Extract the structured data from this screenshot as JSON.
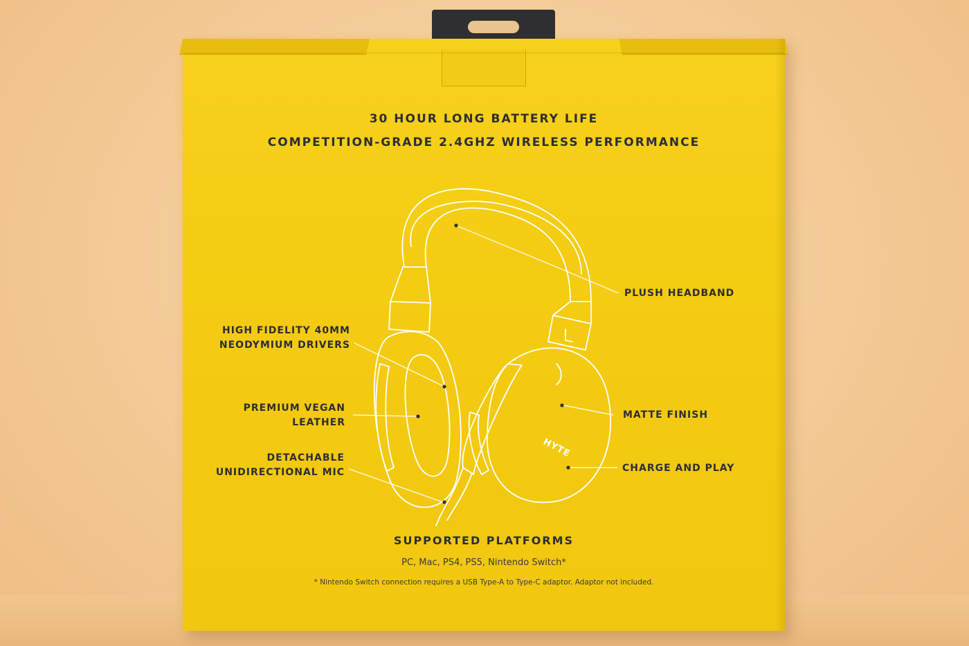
{
  "headlines": {
    "line1": "30 HOUR LONG BATTERY LIFE",
    "line2": "COMPETITION-GRADE 2.4GHZ WIRELESS PERFORMANCE"
  },
  "features": {
    "plush_headband": "PLUSH HEADBAND",
    "drivers_line1": "HIGH FIDELITY 40MM",
    "drivers_line2": "NEODYMIUM DRIVERS",
    "leather_line1": "PREMIUM VEGAN",
    "leather_line2": "LEATHER",
    "mic_line1": "DETACHABLE",
    "mic_line2": "UNIDIRECTIONAL MIC",
    "matte_finish": "MATTE FINISH",
    "charge_play": "CHARGE AND PLAY"
  },
  "brand": {
    "earcup_logo": "HYTE",
    "side_marker": "L"
  },
  "platforms": {
    "title": "SUPPORTED PLATFORMS",
    "list": "PC, Mac, PS4, PS5, Nintendo Switch*",
    "footnote": "* Nintendo Switch connection requires a USB Type-A to Type-C adaptor.  Adaptor not included."
  },
  "colors": {
    "box_yellow": "#f4cc12",
    "ink": "#2d2d35",
    "line_art": "#ffffff",
    "backdrop": "#f3c893"
  }
}
